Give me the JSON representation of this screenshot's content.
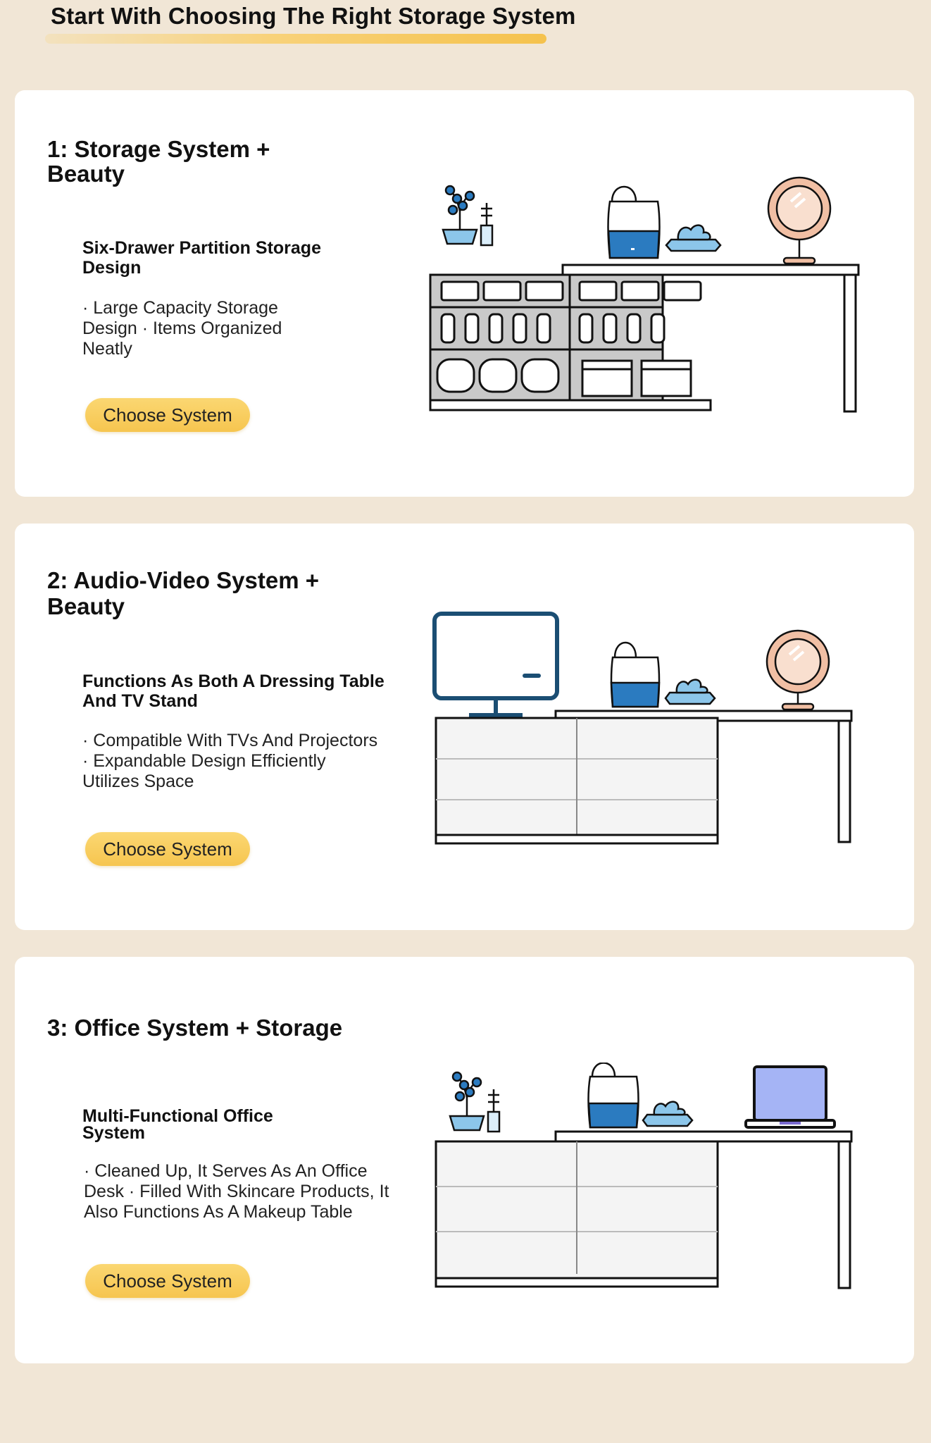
{
  "page": {
    "title": "Start With Choosing The Right Storage System"
  },
  "colors": {
    "background": "#f1e6d6",
    "card": "#ffffff",
    "button": "#f6c54f",
    "accent_blue": "#2b7bc0",
    "cabinet_gray": "#c9c9c9",
    "monitor_navy": "#1b4e73",
    "mirror_peach": "#f1bfa4",
    "laptop_screen": "#a5b4f5"
  },
  "cards": [
    {
      "title": "1: Storage System + Beauty",
      "subtitle": "Six-Drawer Partition Storage Design",
      "description": "· Large Capacity Storage Design · Items Organized Neatly",
      "button_label": "Choose System",
      "icons": [
        "plant-icon",
        "bag-icon",
        "tissue-box-icon",
        "mirror-icon",
        "drawer-cabinet-icon",
        "desk-icon"
      ]
    },
    {
      "title": "2: Audio-Video System + Beauty",
      "subtitle": "Functions As Both A Dressing Table And TV Stand",
      "description": "· Compatible With TVs And Projectors · Expandable Design Efficiently Utilizes Space",
      "button_label": "Choose System",
      "icons": [
        "monitor-icon",
        "bag-icon",
        "tissue-box-icon",
        "mirror-icon",
        "cabinet-icon",
        "desk-icon"
      ]
    },
    {
      "title": "3: Office System + Storage",
      "subtitle": "Multi-Functional Office System",
      "description": "· Cleaned Up, It Serves As An Office Desk · Filled With Skincare Products, It Also Functions As A Makeup Table",
      "button_label": "Choose System",
      "icons": [
        "plant-icon",
        "bag-icon",
        "tissue-box-icon",
        "laptop-icon",
        "cabinet-icon",
        "desk-icon"
      ]
    }
  ]
}
